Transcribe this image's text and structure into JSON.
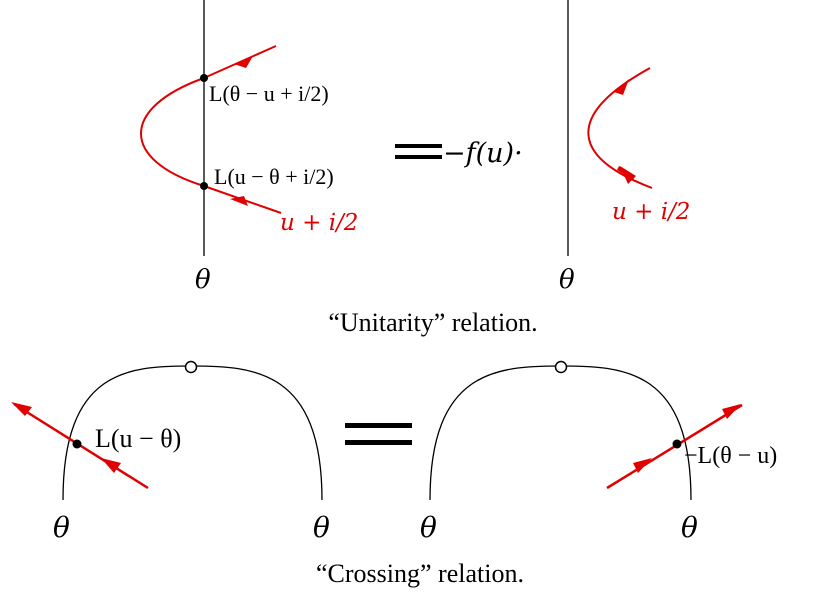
{
  "colors": {
    "line": "#000000",
    "red": "#e00000"
  },
  "unitarity": {
    "top_vertex_label": "L(θ − u + i/2)",
    "bottom_vertex_label": "L(u − θ + i/2)",
    "left_spectral_label": "u + i/2",
    "left_theta": "θ",
    "equals": "=",
    "factor": "−f(u)·",
    "right_spectral_label": "u + i/2",
    "right_theta": "θ",
    "caption": "“Unitarity” relation."
  },
  "crossing": {
    "left_vertex_label": "L(u − θ)",
    "left_theta_left": "θ",
    "left_theta_right": "θ",
    "equals": "=",
    "right_vertex_label": "−L(θ − u)",
    "right_theta_left": "θ",
    "right_theta_right": "θ",
    "caption": "“Crossing” relation."
  }
}
